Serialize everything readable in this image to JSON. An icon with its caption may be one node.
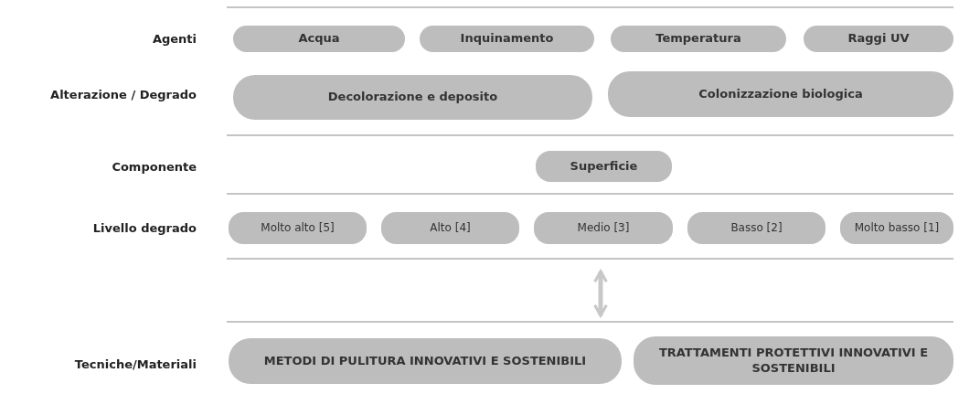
{
  "diagram": {
    "nodes": [
      {
        "text": [
          "Agenti"
        ]
      },
      {
        "text": [
          "Acqua"
        ],
        "in": 0
      },
      {
        "text": [
          "Inquinamento"
        ],
        "in": 0
      },
      {
        "text": [
          "Temperatura"
        ],
        "in": 0
      },
      {
        "text": [
          "Raggi UV"
        ],
        "in": 0
      },
      {
        "text": [
          "Alterazione / Degrado"
        ]
      },
      {
        "text": [
          "Decolorazione e deposito"
        ],
        "in": 5
      },
      {
        "text": [
          "Colonizzazione biologica"
        ],
        "in": 5
      },
      {
        "text": [
          "Componente"
        ]
      },
      {
        "text": [
          "Superficie"
        ],
        "in": 8
      },
      {
        "text": [
          "Livello degrado"
        ]
      },
      {
        "text": [
          "Molto alto [5]"
        ],
        "in": 10
      },
      {
        "text": [
          "Alto [4]"
        ],
        "in": 10
      },
      {
        "text": [
          "Medio [3]"
        ],
        "in": 10
      },
      {
        "text": [
          "Basso [2]"
        ],
        "in": 10
      },
      {
        "text": [
          "Molto basso [1]"
        ],
        "in": 10
      },
      {
        "text": [
          "Tecniche/Materiali"
        ]
      },
      {
        "text": [
          "METODI DI PULITURA INNOVATIVI E SOSTENIBILI"
        ],
        "in": 16
      },
      {
        "text": [
          "TRATTAMENTI PROTETTIVI INNOVATIVI E SOSTENIBILI"
        ],
        "in": 16
      }
    ],
    "edges": [
      {
        "from": 10,
        "to": 16,
        "arrow": "both"
      }
    ]
  }
}
